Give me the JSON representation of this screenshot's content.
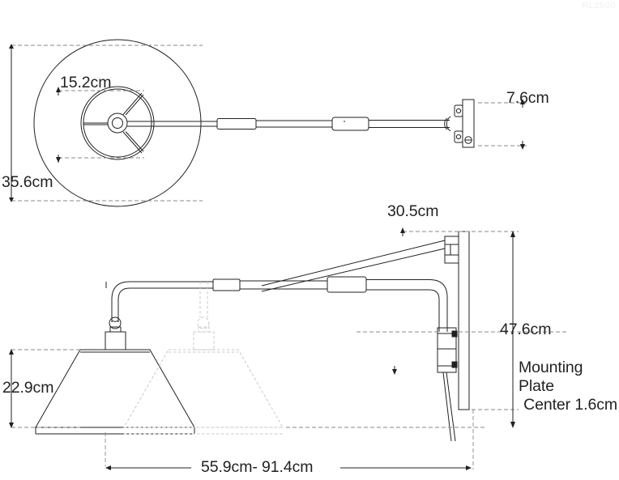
{
  "watermark": {
    "text": "RL2500",
    "color": "#f0f0f0"
  },
  "drawing": {
    "title": "Wall mounted swing arm lamp dimension drawing",
    "units": "cm",
    "line_color": "#231f20",
    "phantom_color": "#c9c9c9",
    "background": "#ffffff",
    "views": [
      {
        "name": "top-view",
        "description": "Plan view of conical shade with spoked hub and telescoping arm to wall plate"
      },
      {
        "name": "side-view",
        "description": "Elevation view of swing arm lamp with cone shade, phantom extended position and hanging cord"
      }
    ]
  },
  "dimensions": {
    "shade_inner_top": {
      "value": "15.2cm",
      "number": 15.2,
      "view": "top-view",
      "describes": "inner hub diameter"
    },
    "shade_outer_diameter": {
      "value": "35.6cm",
      "number": 35.6,
      "view": "top-view",
      "describes": "overall shade diameter"
    },
    "wall_plate_width": {
      "value": "7.6cm",
      "number": 7.6,
      "view": "top-view",
      "describes": "mounting plate width"
    },
    "arm_top_offset": {
      "value": "30.5cm",
      "number": 30.5,
      "view": "side-view",
      "describes": "horizontal brace reach from wall"
    },
    "shade_height": {
      "value": "22.9cm",
      "number": 22.9,
      "view": "side-view",
      "describes": "shade vertical height"
    },
    "drop_height": {
      "value": "47.6cm",
      "number": 47.6,
      "view": "side-view",
      "describes": "vertical drop from top of plate to shade bottom"
    },
    "extension_range": {
      "value": "55.9cm- 91.4cm",
      "min": 55.9,
      "max": 91.4,
      "view": "side-view",
      "describes": "horizontal reach range, retracted to extended"
    },
    "mounting_note": {
      "line1": "Mounting",
      "line2": "Plate",
      "line3": "Center 1.6cm",
      "value": "Mounting Plate Center 1.6cm",
      "number": 1.6,
      "view": "side-view"
    }
  }
}
